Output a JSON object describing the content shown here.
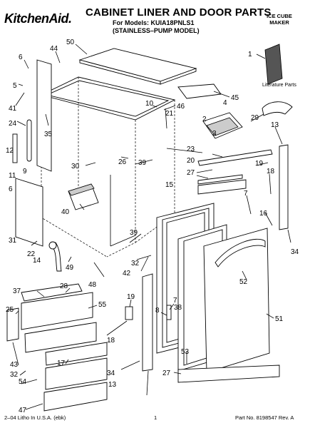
{
  "header": {
    "brand": "KitchenAid.",
    "title": "CABINET LINER AND DOOR PARTS",
    "models_line": "For Models: KUIA18PNLS1",
    "variant_line": "(STAINLESS–PUMP MODEL)",
    "category_line1": "ICE CUBE",
    "category_line2": "MAKER"
  },
  "literature_label": "Literature Parts",
  "callouts": {
    "c1": "1",
    "c2": "2",
    "c3": "3",
    "c4": "4",
    "c5": "5",
    "c6": "6",
    "c7": "7",
    "c8": "8",
    "c9": "9",
    "c10": "10",
    "c11": "11",
    "c12": "12",
    "c13": "13",
    "c14": "14",
    "c15": "15",
    "c16": "16",
    "c17": "17",
    "c18": "18",
    "c19": "19",
    "c20": "20",
    "c21": "21",
    "c22": "22",
    "c23": "23",
    "c24": "24",
    "c25": "25",
    "c26": "26",
    "c27": "27",
    "c28": "28",
    "c29": "29",
    "c30": "30",
    "c31": "31",
    "c32": "32",
    "c34": "34",
    "c35": "35",
    "c37": "37",
    "c38": "38",
    "c39": "39",
    "c40": "40",
    "c41": "41",
    "c42": "42",
    "c43": "43",
    "c44": "44",
    "c45": "45",
    "c46": "46",
    "c47": "47",
    "c48": "48",
    "c49": "49",
    "c50": "50",
    "c51": "51",
    "c52": "52",
    "c53": "53",
    "c54": "54",
    "c55": "55"
  },
  "footer": {
    "left": "2–04 Litho In U.S.A. (ebk)",
    "center": "1",
    "right": "Part No. 8198547 Rev. A"
  }
}
